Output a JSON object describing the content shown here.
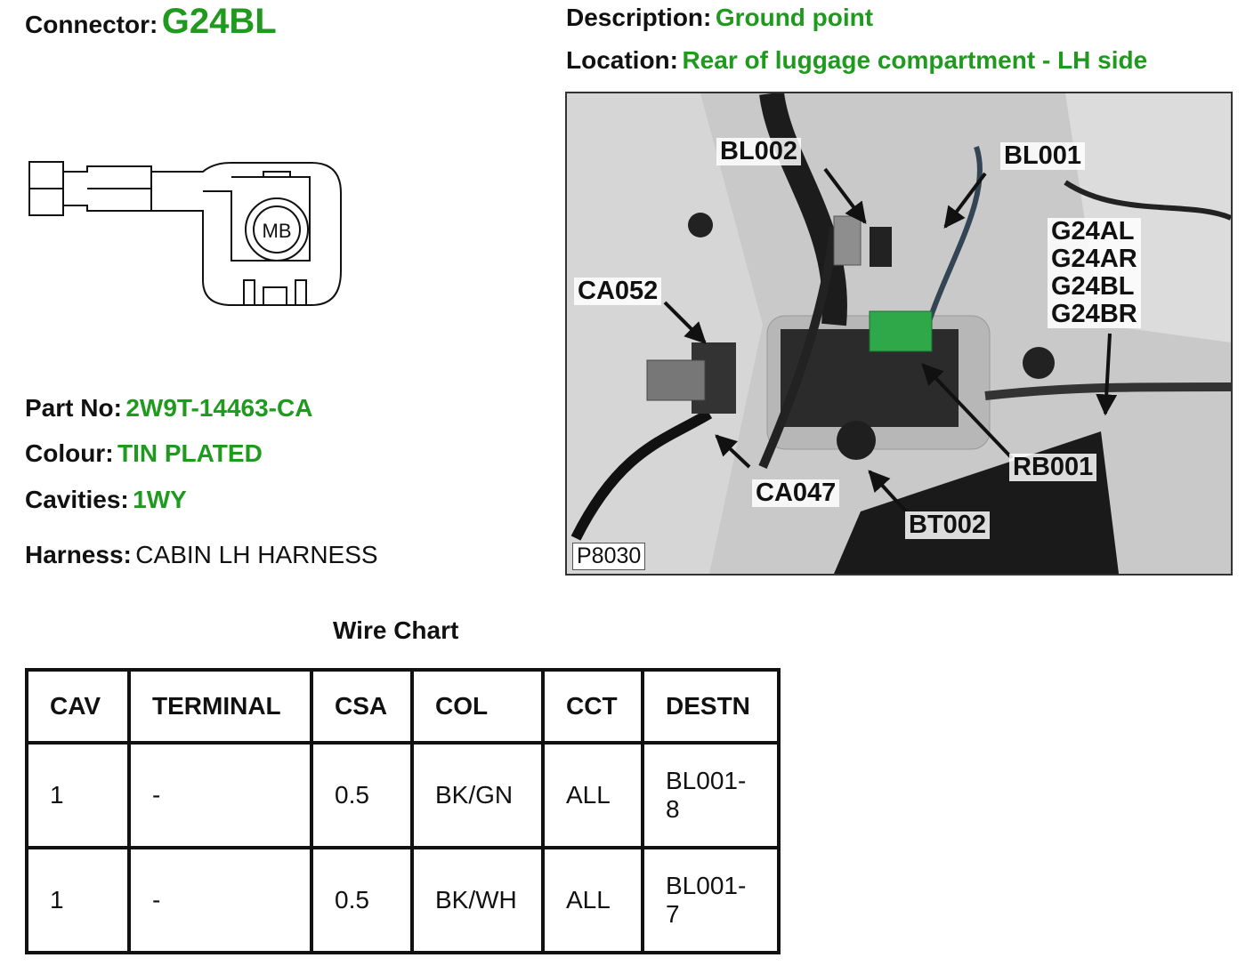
{
  "header": {
    "connector_label": "Connector:",
    "connector_value": "G24BL",
    "description_label": "Description:",
    "description_value": "Ground point",
    "location_label": "Location:",
    "location_value": "Rear of luggage compartment - LH side"
  },
  "diagram": {
    "terminal_text": "MB"
  },
  "details": {
    "part_no_label": "Part No:",
    "part_no_value": "2W9T-14463-CA",
    "colour_label": "Colour:",
    "colour_value": "TIN PLATED",
    "cavities_label": "Cavities:",
    "cavities_value": "1WY",
    "harness_label": "Harness:",
    "harness_value": "CABIN LH HARNESS"
  },
  "photo": {
    "labels": {
      "bl002": "BL002",
      "bl001": "BL001",
      "ca052": "CA052",
      "ca047": "CA047",
      "rb001": "RB001",
      "bt002": "BT002",
      "g24_stack": [
        "G24AL",
        "G24AR",
        "G24BL",
        "G24BR"
      ]
    },
    "image_id": "P8030"
  },
  "wire_chart": {
    "title": "Wire Chart",
    "columns": [
      "CAV",
      "TERMINAL",
      "CSA",
      "COL",
      "CCT",
      "DESTN"
    ],
    "rows": [
      [
        "1",
        "-",
        "0.5",
        "BK/GN",
        "ALL",
        "BL001-\n8"
      ],
      [
        "1",
        "-",
        "0.5",
        "BK/WH",
        "ALL",
        "BL001-\n7"
      ]
    ]
  },
  "colors": {
    "value_green": "#1f9a1f",
    "text": "#111111",
    "connector_green": "#2fa84a"
  }
}
